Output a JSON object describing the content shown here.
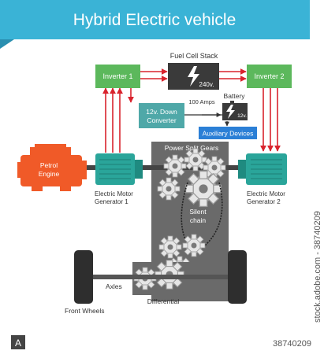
{
  "title": "Hybrid Electric vehicle",
  "labels": {
    "fuel_cell_stack": "Fuel Cell Stack",
    "fuel_cell_voltage": "240v.",
    "inverter_1": "Inverter 1",
    "inverter_2": "Inverter 2",
    "down_converter_line1": "12v. Down",
    "down_converter_line2": "Converter",
    "amps": "100 Amps",
    "battery": "Battery",
    "battery_voltage": "12v.",
    "auxiliary_devices": "Auxiliary Devices",
    "power_split_gears": "Power Split Gears",
    "petrol_engine_line1": "Petrol",
    "petrol_engine_line2": "Engine",
    "motor_gen_1_line1": "Electric Motor",
    "motor_gen_1_line2": "Generator 1",
    "motor_gen_2_line1": "Electric Motor",
    "motor_gen_2_line2": "Generator 2",
    "silent_chain_line1": "Silent",
    "silent_chain_line2": "chain",
    "axles": "Axles",
    "differential": "Differential",
    "front_wheels": "Front Wheels"
  },
  "watermark": {
    "vertical_text": "stock.adobe.com - 38740209",
    "image_id": "38740209"
  },
  "colors": {
    "header_bg": "#3ab3d6",
    "inverter_green": "#5cb85c",
    "fuel_cell_dark": "#3a3a3a",
    "converter_teal": "#4fa8a8",
    "aux_blue": "#2b7fd6",
    "engine_orange": "#f05a28",
    "motor_teal": "#2aa59a",
    "gearbox_gray": "#6a6a6a",
    "arrow_red": "#d9232d",
    "wheel_dark": "#2e2e2e"
  }
}
